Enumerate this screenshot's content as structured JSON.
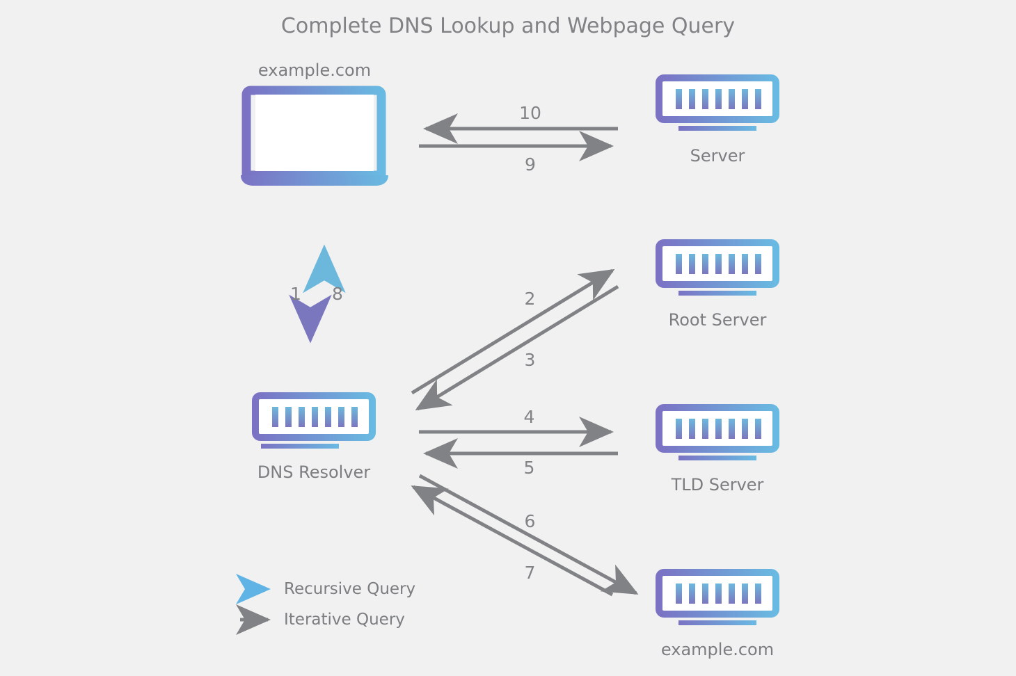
{
  "title": "Complete DNS Lookup and Webpage Query",
  "background_color": "#f1f1f1",
  "colors": {
    "text_gray": "#808285",
    "iterative_arrow": "#808285",
    "gradient_purple": "#7b77bf",
    "gradient_blue": "#6cb8dd"
  },
  "nodes": {
    "client": {
      "label": "example.com",
      "icon": "laptop-icon"
    },
    "web_server": {
      "label": "Server",
      "icon": "server-icon"
    },
    "resolver": {
      "label": "DNS Resolver",
      "icon": "server-icon"
    },
    "root_server": {
      "label": "Root Server",
      "icon": "server-icon"
    },
    "tld_server": {
      "label": "TLD Server",
      "icon": "server-icon"
    },
    "authoritative_server": {
      "label": "example.com",
      "icon": "server-icon"
    }
  },
  "steps": [
    {
      "number": "1",
      "from": "client",
      "to": "resolver",
      "type": "recursive",
      "direction": "down"
    },
    {
      "number": "2",
      "from": "resolver",
      "to": "root_server",
      "type": "iterative",
      "direction": "up-right"
    },
    {
      "number": "3",
      "from": "root_server",
      "to": "resolver",
      "type": "iterative",
      "direction": "down-left"
    },
    {
      "number": "4",
      "from": "resolver",
      "to": "tld_server",
      "type": "iterative",
      "direction": "right"
    },
    {
      "number": "5",
      "from": "tld_server",
      "to": "resolver",
      "type": "iterative",
      "direction": "left"
    },
    {
      "number": "6",
      "from": "authoritative_server",
      "to": "resolver",
      "type": "iterative",
      "direction": "up-left"
    },
    {
      "number": "7",
      "from": "resolver",
      "to": "authoritative_server",
      "type": "iterative",
      "direction": "down-right"
    },
    {
      "number": "8",
      "from": "resolver",
      "to": "client",
      "type": "recursive",
      "direction": "up"
    },
    {
      "number": "9",
      "from": "client",
      "to": "web_server",
      "type": "iterative",
      "direction": "right"
    },
    {
      "number": "10",
      "from": "web_server",
      "to": "client",
      "type": "iterative",
      "direction": "left"
    }
  ],
  "legend": [
    {
      "label": "Recursive Query",
      "style": "gradient"
    },
    {
      "label": "Iterative Query",
      "style": "gray"
    }
  ]
}
